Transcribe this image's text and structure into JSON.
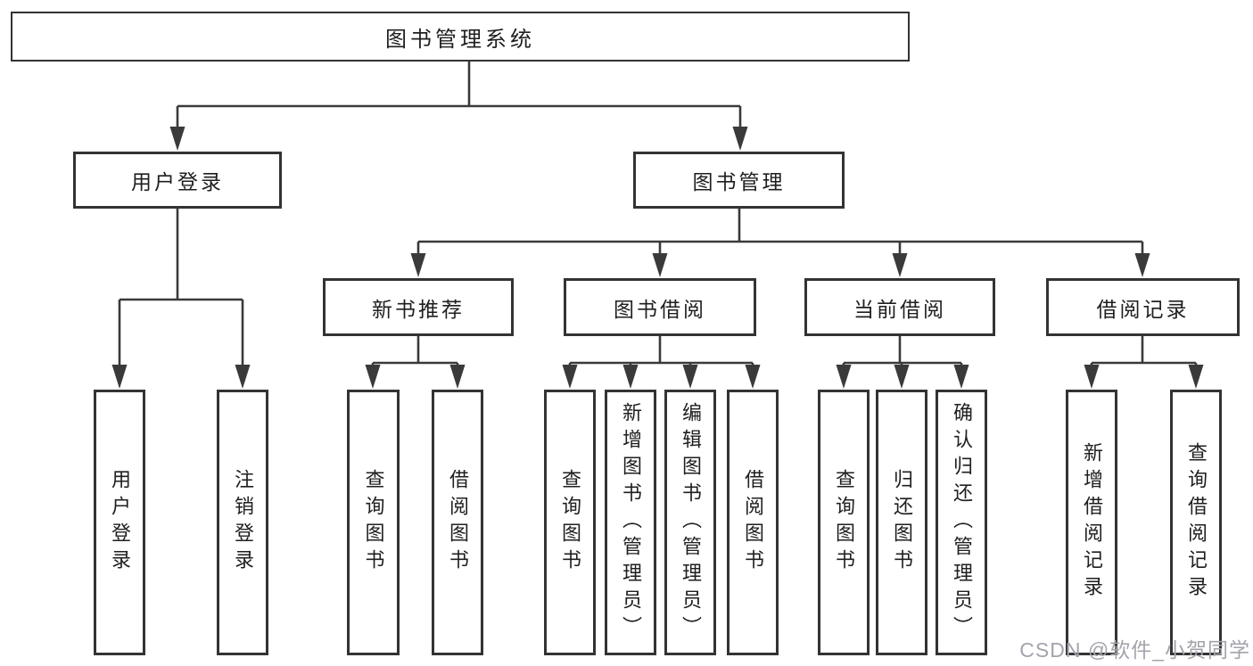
{
  "diagram": {
    "type": "tree",
    "root": {
      "id": "library-management-system",
      "label": "图书管理系统"
    },
    "level2": [
      {
        "id": "user-login",
        "label": "用户登录"
      },
      {
        "id": "book-management",
        "label": "图书管理"
      }
    ],
    "level3": [
      {
        "id": "new-book-recommend",
        "label": "新书推荐",
        "parent": "book-management"
      },
      {
        "id": "book-borrow",
        "label": "图书借阅",
        "parent": "book-management"
      },
      {
        "id": "current-borrow",
        "label": "当前借阅",
        "parent": "book-management"
      },
      {
        "id": "borrow-records",
        "label": "借阅记录",
        "parent": "book-management"
      }
    ],
    "leaves": [
      {
        "id": "leaf-user-login",
        "label": "用户登录",
        "parent": "user-login"
      },
      {
        "id": "leaf-logout",
        "label": "注销登录",
        "parent": "user-login"
      },
      {
        "id": "leaf-query-book-recommend",
        "label": "查询图书",
        "parent": "new-book-recommend"
      },
      {
        "id": "leaf-borrow-book-recommend",
        "label": "借阅图书",
        "parent": "new-book-recommend"
      },
      {
        "id": "leaf-query-book-borrow",
        "label": "查询图书",
        "parent": "book-borrow"
      },
      {
        "id": "leaf-add-book-admin",
        "label": "新增图书（管理员）",
        "parent": "book-borrow"
      },
      {
        "id": "leaf-edit-book-admin",
        "label": "编辑图书（管理员）",
        "parent": "book-borrow"
      },
      {
        "id": "leaf-borrow-book",
        "label": "借阅图书",
        "parent": "book-borrow"
      },
      {
        "id": "leaf-query-book-current",
        "label": "查询图书",
        "parent": "current-borrow"
      },
      {
        "id": "leaf-return-book",
        "label": "归还图书",
        "parent": "current-borrow"
      },
      {
        "id": "leaf-confirm-return-admin",
        "label": "确认归还（管理员）",
        "parent": "current-borrow"
      },
      {
        "id": "leaf-add-borrow-record",
        "label": "新增借阅记录",
        "parent": "borrow-records"
      },
      {
        "id": "leaf-query-borrow-record",
        "label": "查询借阅记录",
        "parent": "borrow-records"
      }
    ]
  },
  "colors": {
    "line": "#3a3a3a",
    "box_border": "#333333",
    "text": "#1f1f1f",
    "watermark": "#a3a3ad",
    "background": "#ffffff"
  },
  "watermark": {
    "text": "CSDN @软件_小贺同学"
  }
}
